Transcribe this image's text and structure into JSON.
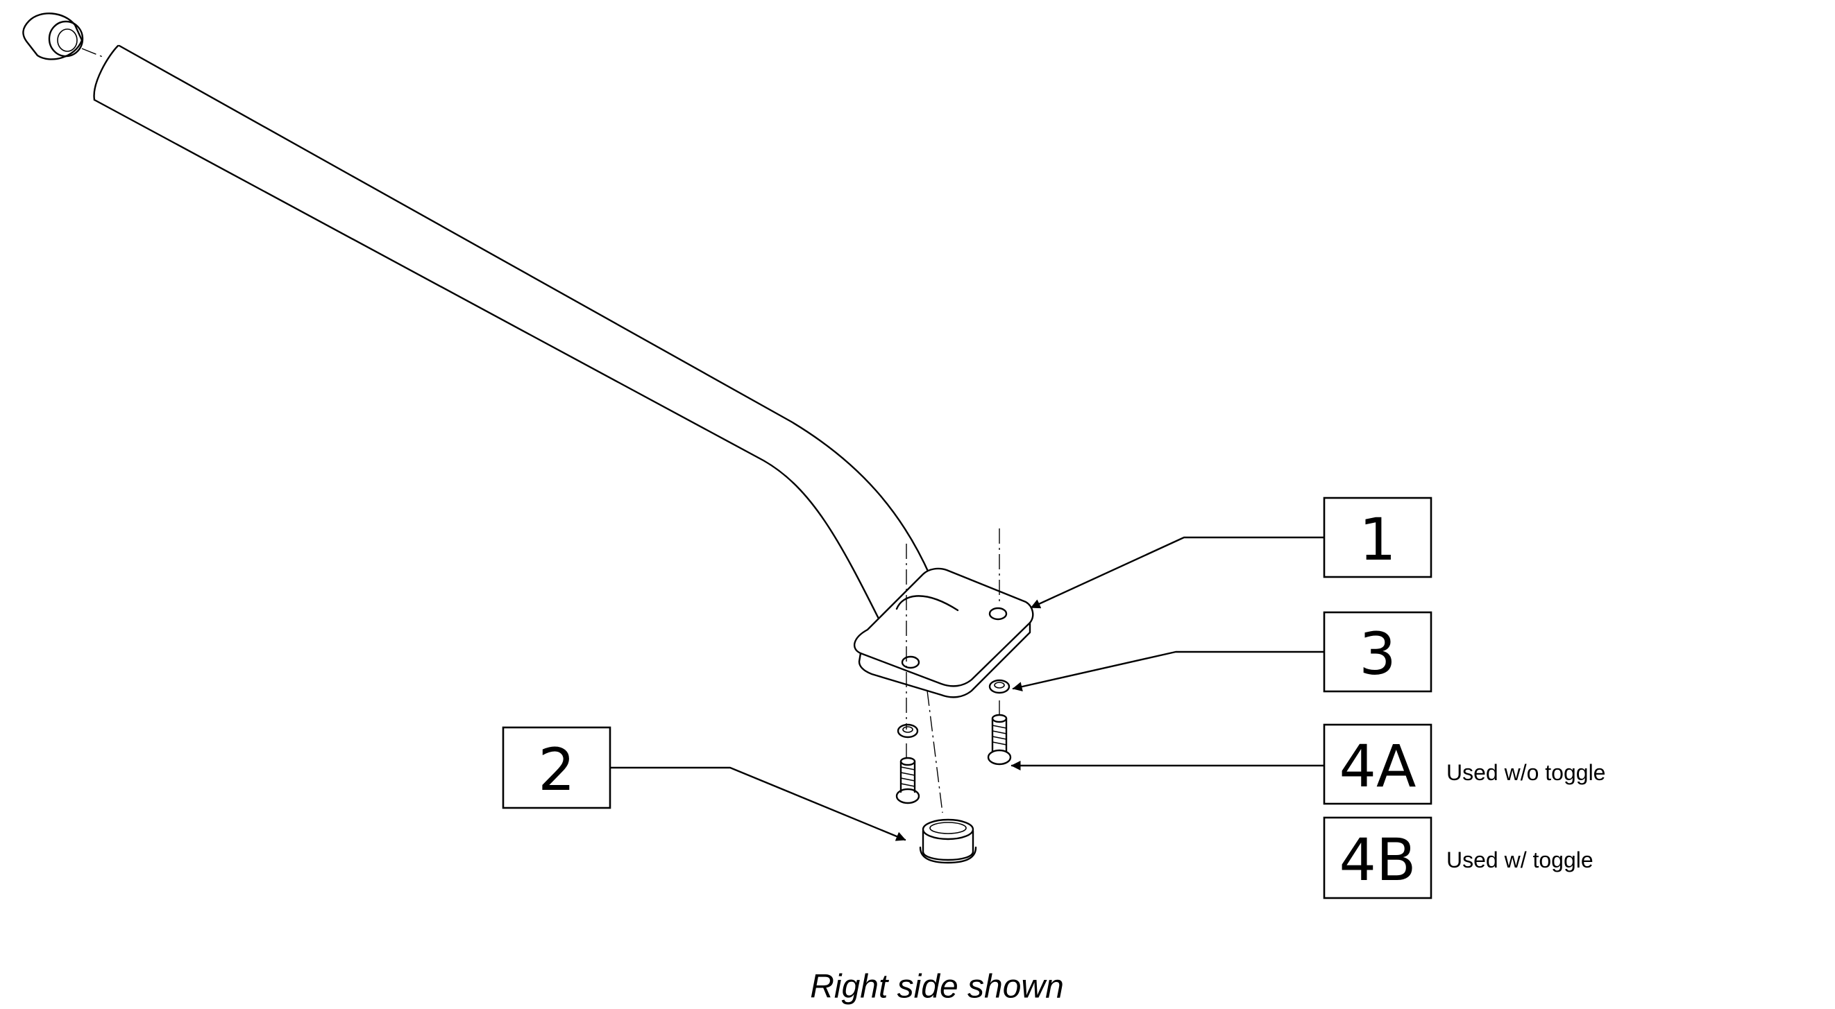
{
  "callouts": [
    {
      "label": "1",
      "note": ""
    },
    {
      "label": "2",
      "note": ""
    },
    {
      "label": "3",
      "note": ""
    },
    {
      "label": "4A",
      "note": "Used w/o toggle"
    },
    {
      "label": "4B",
      "note": "Used w/ toggle"
    }
  ],
  "caption": "Right side shown"
}
